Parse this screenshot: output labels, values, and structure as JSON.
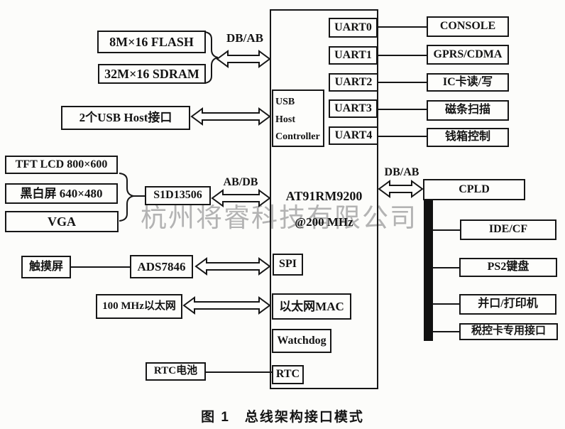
{
  "colors": {
    "page_bg": "#fcfcfa",
    "box_bg": "#fdfdfb",
    "line": "#161616",
    "watermark": "#b3b3b3"
  },
  "watermark": "杭州将睿科技有限公司",
  "caption": "图 1　总线架构接口模式",
  "bus_labels": {
    "memory": "DB/AB",
    "video": "AB/DB",
    "cpld": "DB/AB"
  },
  "cpu": {
    "name": "AT91RM9200",
    "clock": "@200 MHz",
    "usb_host_controller": [
      "USB",
      "Host",
      "Controller"
    ],
    "uarts": [
      "UART0",
      "UART1",
      "UART2",
      "UART3",
      "UART4"
    ],
    "spi": "SPI",
    "eth_mac": "以太网MAC",
    "watchdog": "Watchdog",
    "rtc": "RTC"
  },
  "left_devices": {
    "flash": "8M×16 FLASH",
    "sdram": "32M×16 SDRAM",
    "usb_host_ports": "2个USB Host接口",
    "tft_lcd": "TFT LCD 800×600",
    "mono_lcd": "黑白屏 640×480",
    "vga": "VGA",
    "video_controller": "S1D13506",
    "touch_screen": "触摸屏",
    "touch_controller": "ADS7846",
    "ethernet": "100 MHz以太网",
    "rtc_battery": "RTC电池"
  },
  "right_devices": {
    "console": "CONSOLE",
    "gprs_cdma": "GPRS/CDMA",
    "ic_card": "IC卡读/写",
    "magnetic_stripe": "磁条扫描",
    "cash_drawer": "钱箱控制",
    "cpld": "CPLD",
    "ide_cf": "IDE/CF",
    "ps2_keyboard": "PS2键盘",
    "parallel_printer": "并口/打印机",
    "tax_card": "税控卡专用接口"
  }
}
